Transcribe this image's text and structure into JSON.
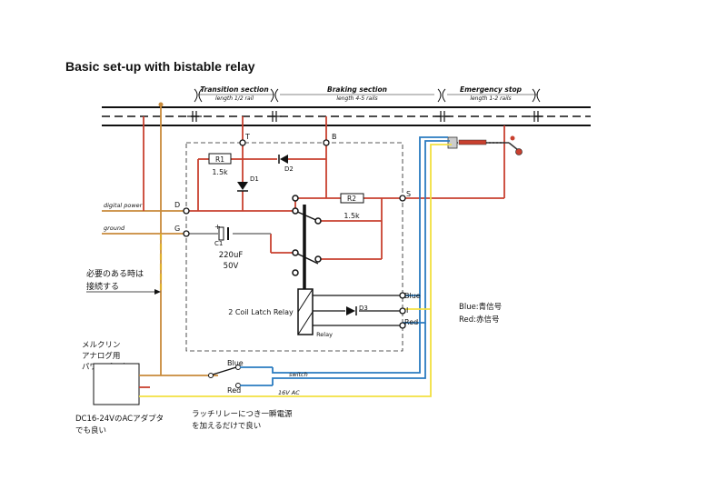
{
  "title": "Basic set-up with bistable relay",
  "sections": [
    {
      "name": "Transition section",
      "length": "length 1/2 rail"
    },
    {
      "name": "Braking section",
      "length": "length 4-5 rails"
    },
    {
      "name": "Emergency stop",
      "length": "length 1-2 rails"
    }
  ],
  "terminals": {
    "T": "T",
    "B": "B",
    "D": "D",
    "G": "G",
    "S": "S"
  },
  "rails": {
    "digital_power": "digital power",
    "ground": "ground"
  },
  "components": {
    "r1": {
      "name": "R1",
      "value": "1.5k"
    },
    "r2": {
      "name": "R2",
      "value": "1.5k"
    },
    "d1": "D1",
    "d2": "D2",
    "d3": "D3",
    "c1": {
      "name": "C1",
      "plus": "+",
      "value": "220uF",
      "voltage": "50V"
    },
    "relay": {
      "name": "2 Coil Latch Relay",
      "label": "Relay"
    }
  },
  "relay_terminals": {
    "blue": "Blue",
    "i": "I",
    "red": "Red"
  },
  "legend": {
    "blue": "Blue:青信号",
    "red": "Red:赤信号"
  },
  "note_connect": {
    "line1": "必要のある時は",
    "line2": "接続する"
  },
  "power_pack": {
    "line1": "メルクリン",
    "line2": "アナログ用",
    "line3": "パワーパック"
  },
  "switch": {
    "blue": "Blue",
    "red": "Red",
    "label": "switch"
  },
  "ac_label": "16V AC",
  "adapter_note": {
    "line1": "DC16-24VのACアダプタ",
    "line2": "でも良い"
  },
  "latch_note": {
    "line1": "ラッチリレーにつき一瞬電源",
    "line2": "を加えるだけで良い"
  },
  "colors": {
    "track": "#111111",
    "red_wire": "#c8402f",
    "blue_wire": "#2a7bc0",
    "yellow_wire": "#f2e040",
    "orange_wire": "#c88a3a",
    "gray_wire": "#777777"
  }
}
